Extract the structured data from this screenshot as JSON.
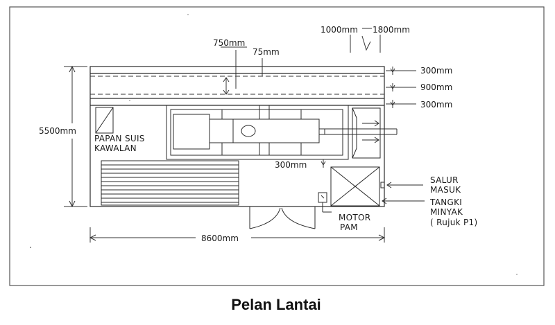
{
  "dimensions": {
    "top_left": "1000mm",
    "top_right": "1800mm",
    "d750": "750mm",
    "d75": "75mm",
    "d300_top": "300mm",
    "d900": "900mm",
    "d300_mid": "300mm",
    "d300_inner": "300mm",
    "height": "5500mm",
    "width": "8600mm"
  },
  "labels": {
    "switch_panel_1": "PAPAN SUIS",
    "switch_panel_2": "KAWALAN",
    "inlet_1": "SALUR",
    "inlet_2": "MASUK",
    "tank_1": "TANGKI",
    "tank_2": "MINYAK",
    "tank_3": "( Rujuk P1)",
    "pump_1": "MOTOR",
    "pump_2": "PAM"
  },
  "caption": "Pelan Lantai",
  "colors": {
    "line": "#2a2a2a",
    "background": "#ffffff"
  }
}
